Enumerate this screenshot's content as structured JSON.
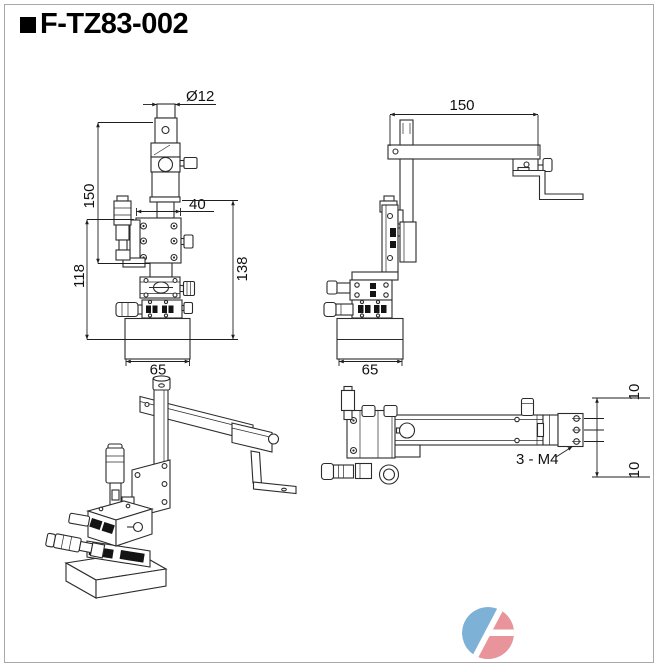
{
  "page": {
    "title": "F-TZ83-002",
    "bullet_icon": "black-square"
  },
  "colors": {
    "line": "#2b2b2b",
    "dimension_text": "#111111",
    "page_border": "#a8a8a8",
    "background": "#ffffff",
    "logo_blue": "#7EB1D6",
    "logo_pink": "#E9949B"
  },
  "views": {
    "front": {
      "label": "front-view",
      "dims": {
        "diameter": "Ø12",
        "post_height": "150",
        "stage_width": "40",
        "overall_height": "138",
        "stage_height": "118",
        "base_width": "65"
      }
    },
    "side": {
      "label": "side-view",
      "dims": {
        "arm_length": "150",
        "base_width": "65"
      }
    },
    "isometric": {
      "label": "isometric-view"
    },
    "top": {
      "label": "top-view",
      "dims": {
        "edge_offset_top": "10",
        "edge_offset_bottom": "10",
        "thread_callout": "3 - M4"
      }
    }
  }
}
